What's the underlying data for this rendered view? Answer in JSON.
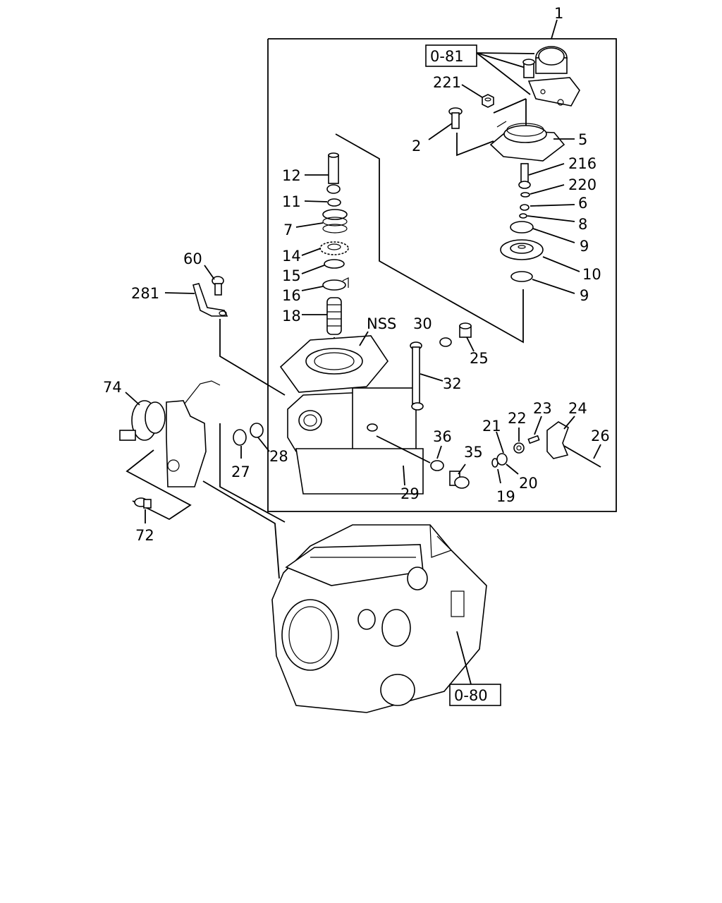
{
  "callouts": {
    "c1": "1",
    "c2": "2",
    "c5": "5",
    "c6": "6",
    "c7": "7",
    "c8": "8",
    "c9a": "9",
    "c9b": "9",
    "c10": "10",
    "c11": "11",
    "c12": "12",
    "c14": "14",
    "c15": "15",
    "c16": "16",
    "c18": "18",
    "c19": "19",
    "c20": "20",
    "c21": "21",
    "c22": "22",
    "c23": "23",
    "c24": "24",
    "c25": "25",
    "c26": "26",
    "c27": "27",
    "c28": "28",
    "c29": "29",
    "c30": "30",
    "c32": "32",
    "c35": "35",
    "c36": "36",
    "c60": "60",
    "c72": "72",
    "c74": "74",
    "c216": "216",
    "c220": "220",
    "c221": "221",
    "c281": "281",
    "nss": "NSS"
  },
  "references": {
    "ref_081": "0-81",
    "ref_080": "0-80"
  }
}
